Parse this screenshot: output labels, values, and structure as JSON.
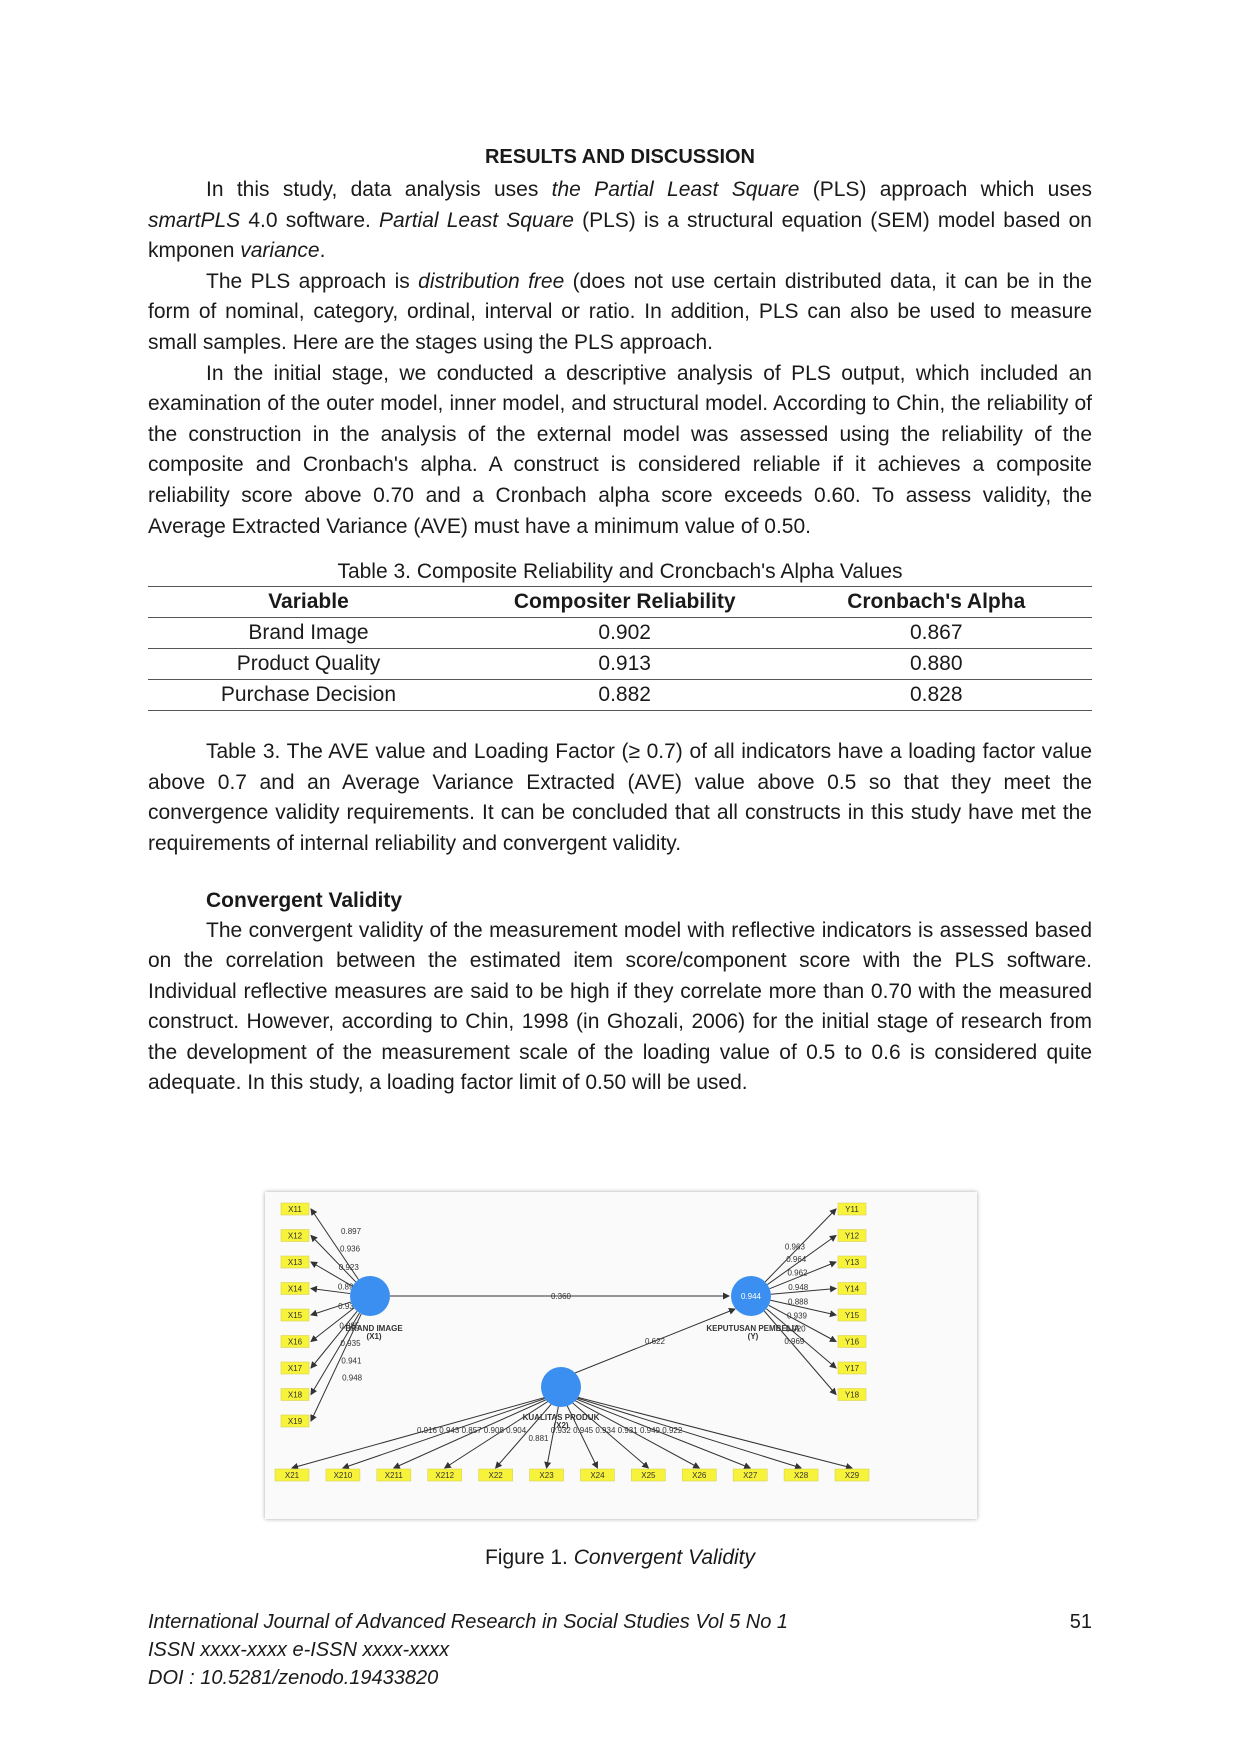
{
  "section": {
    "heading": "RESULTS AND DISCUSSION"
  },
  "para1": {
    "a": "In this study, data analysis uses ",
    "b": "the Partial Least Square",
    "c": " (PLS) approach which uses ",
    "d": "smartPLS",
    "e": " 4.0 software. ",
    "f": "Partial Least Square",
    "g": " (PLS) is a structural equation (SEM) model based on kmponen ",
    "h": "variance",
    "i": "."
  },
  "para2": {
    "a": "The PLS approach is ",
    "b": "distribution free",
    "c": " (does not use certain distributed data, it can be in the form of nominal, category, ordinal, interval or ratio. In addition, PLS can also be used to measure small samples. Here are the stages using the PLS approach."
  },
  "para3": "In the initial stage, we conducted a descriptive analysis of PLS output, which included an examination of the outer model, inner model, and structural model. According to Chin, the reliability of the construction in the analysis of the external model was assessed using the reliability of the composite and Cronbach's alpha. A construct is considered reliable if it achieves a composite reliability score above 0.70 and a Cronbach alpha score exceeds 0.60. To assess validity, the Average Extracted Variance (AVE) must have a minimum value of 0.50.",
  "table3": {
    "caption": "Table 3. Composite Reliability and Croncbach's Alpha Values",
    "headers": [
      "Variable",
      "Compositer Reliability",
      "Cronbach's Alpha"
    ],
    "rows": [
      [
        "Brand Image",
        "0.902",
        "0.867"
      ],
      [
        "Product Quality",
        "0.913",
        "0.880"
      ],
      [
        "Purchase Decision",
        "0.882",
        "0.828"
      ]
    ]
  },
  "para4": "Table 3. The AVE value and Loading Factor (≥ 0.7) of all indicators have a loading factor value above 0.7 and an Average Variance Extracted (AVE) value above 0.5 so that they meet the convergence validity requirements. It can be concluded that all constructs in this study have met the requirements of internal reliability and convergent validity.",
  "subsection": {
    "title": "Convergent Validity"
  },
  "para5": "The convergent validity of the measurement model with reflective indicators is assessed based on the correlation between the estimated item score/component score with the PLS software. Individual reflective measures are said to be high if they correlate more than 0.70 with the measured construct. However, according to Chin, 1998 (in Ghozali, 2006) for the initial stage of research from the development of the measurement scale of the loading value of 0.5 to 0.6 is considered quite adequate. In this study, a loading factor limit of 0.50 will be used.",
  "figure": {
    "caption_prefix": "Figure 1. ",
    "caption_italic": "Convergent Validity",
    "colors": {
      "construct": "#3b8ff0",
      "indicator": "#f7f23a",
      "line": "#333333"
    },
    "x1": {
      "label1": "BRAND IMAGE",
      "label2": "(X1)",
      "indicators": [
        "X11",
        "X12",
        "X13",
        "X14",
        "X15",
        "X16",
        "X17",
        "X18",
        "X19"
      ],
      "loadings": [
        "0.897",
        "0.936",
        "0.923",
        "0.895",
        "0.935",
        "0.885",
        "0.935",
        "0.941",
        "0.948"
      ]
    },
    "y": {
      "label1": "KEPUTUSAN PEMBELIA",
      "label2": "(Y)",
      "r2": "0.944",
      "indicators": [
        "Y11",
        "Y12",
        "Y13",
        "Y14",
        "Y15",
        "Y16",
        "Y17",
        "Y18"
      ],
      "loadings": [
        "0.963",
        "0.964",
        "0.962",
        "0.948",
        "0.888",
        "0.939",
        "0.920",
        "0.969"
      ]
    },
    "x2": {
      "label1": "KUALITAS PRODUK",
      "label2": "(X2)",
      "indicators": [
        "X21",
        "X210",
        "X211",
        "X212",
        "X22",
        "X23",
        "X24",
        "X25",
        "X26",
        "X27",
        "X28",
        "X29"
      ],
      "loadings": [
        "0.916",
        "0.943",
        "0.857",
        "0.908",
        "0.904",
        "0.881",
        "0.932",
        "0.945",
        "0.934",
        "0.931",
        "0.949",
        "0.922"
      ]
    },
    "paths": {
      "x1_y": "0.360",
      "x2_y": "0.622"
    }
  },
  "footer": {
    "journal": "International Journal of Advanced Research in Social Studies Vol 5 No 1",
    "issn": "ISSN xxxx-xxxx e-ISSN xxxx-xxxx",
    "doi": "DOI : 10.5281/zenodo.19433820",
    "page": "51"
  }
}
